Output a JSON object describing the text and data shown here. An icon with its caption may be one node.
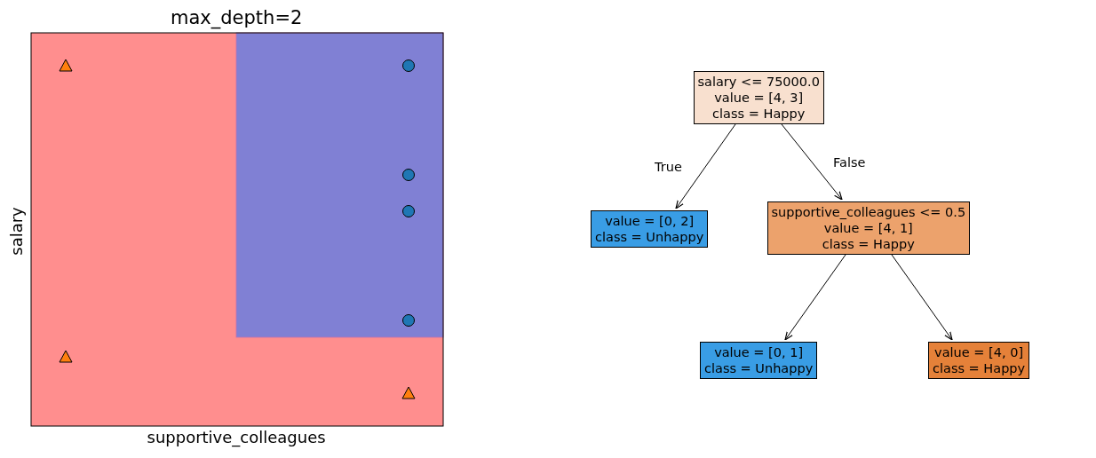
{
  "diagram": {
    "nodes": [
      {
        "text": [
          "salary <= 75000.0",
          "value = [4, 3]",
          "class = Happy"
        ]
      },
      {
        "text": [
          "value = [0, 2]",
          "class = Unhappy"
        ]
      },
      {
        "text": [
          "supportive_colleagues <= 0.5",
          "value = [4, 1]",
          "class = Happy"
        ]
      },
      {
        "text": [
          "value = [0, 1]",
          "class = Unhappy"
        ]
      },
      {
        "text": [
          "value = [4, 0]",
          "class = Happy"
        ]
      }
    ],
    "edges": [
      {
        "from": 0,
        "to": 1,
        "arrow": "to",
        "label": "True"
      },
      {
        "from": 0,
        "to": 2,
        "arrow": "to",
        "label": "False"
      },
      {
        "from": 2,
        "to": 3,
        "arrow": "to"
      },
      {
        "from": 2,
        "to": 4,
        "arrow": "to"
      }
    ],
    "labels": [
      "max_depth=2",
      "salary",
      "supportive_colleagues"
    ]
  }
}
